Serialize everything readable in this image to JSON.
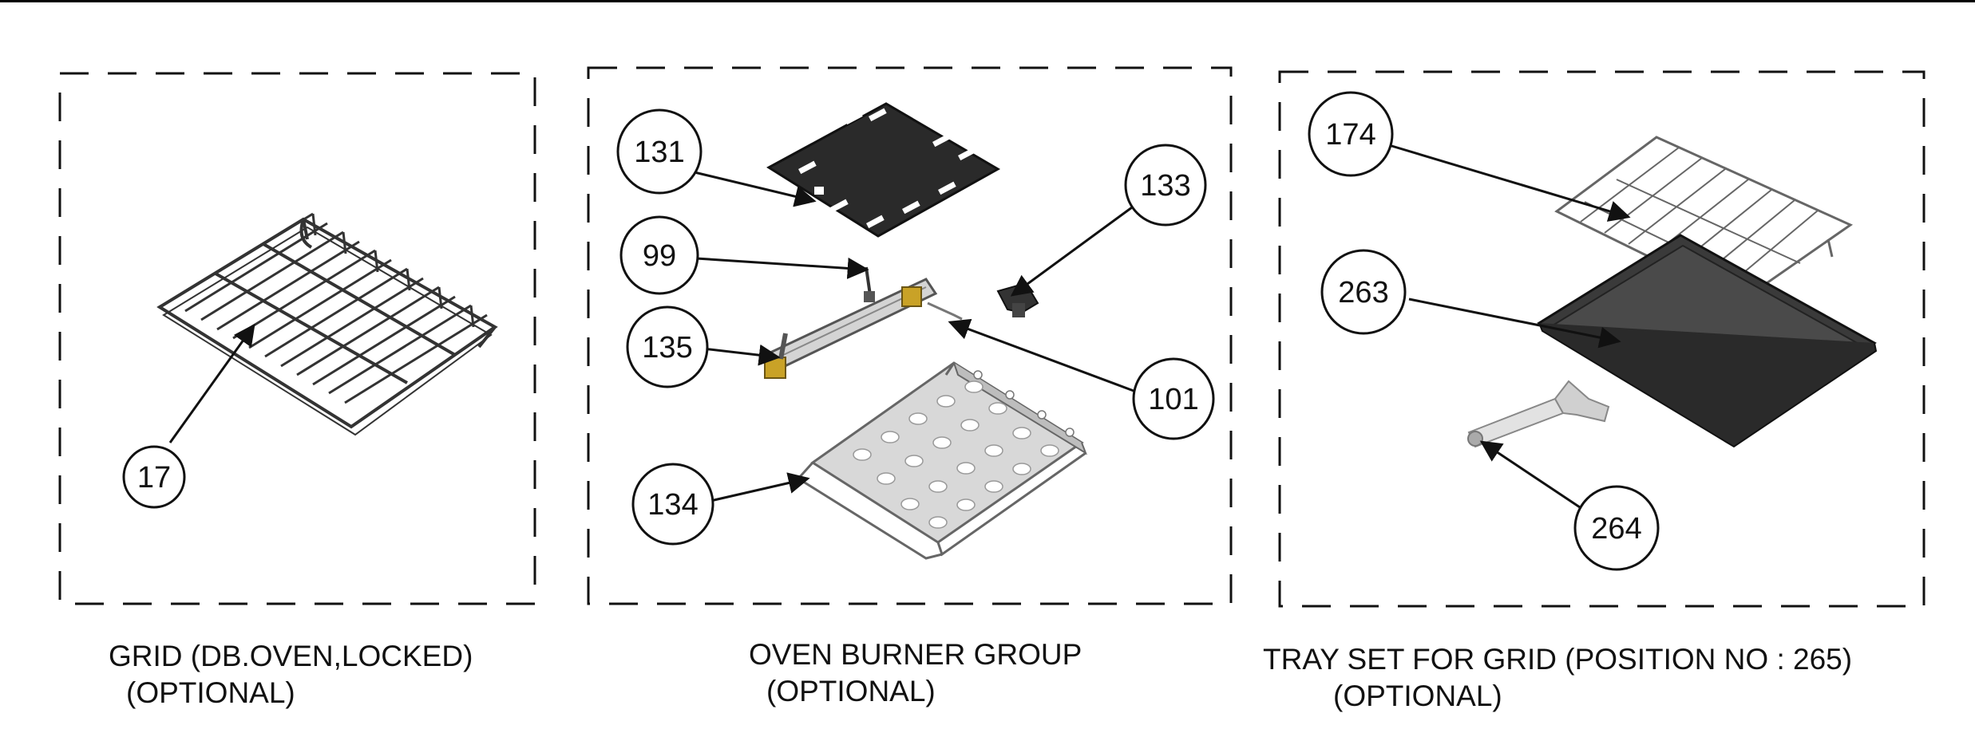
{
  "groups": [
    {
      "id": "grid",
      "title": "GRID (DB.OVEN,LOCKED)",
      "subtitle": "(OPTIONAL)",
      "callouts": [
        {
          "number": "17",
          "part": "grid"
        }
      ]
    },
    {
      "id": "oven-burner",
      "title": "OVEN BURNER GROUP",
      "subtitle": "(OPTIONAL)",
      "callouts": [
        {
          "number": "131",
          "part": "burner-cover-plate"
        },
        {
          "number": "99",
          "part": "thermocouple"
        },
        {
          "number": "135",
          "part": "oven-burner"
        },
        {
          "number": "133",
          "part": "burner-connector"
        },
        {
          "number": "101",
          "part": "ignition-cable"
        },
        {
          "number": "134",
          "part": "burner-tray"
        }
      ]
    },
    {
      "id": "tray-set",
      "title": "TRAY SET FOR GRID (POSITION NO : 265)",
      "subtitle": "(OPTIONAL)",
      "callouts": [
        {
          "number": "174",
          "part": "wire-grid"
        },
        {
          "number": "263",
          "part": "baking-tray"
        },
        {
          "number": "264",
          "part": "tray-handle"
        }
      ]
    }
  ],
  "colors": {
    "line": "#111111",
    "dark_plate": "#2a2a2a",
    "tray": "#3a3a3a",
    "metal": "#cfcfcf"
  }
}
